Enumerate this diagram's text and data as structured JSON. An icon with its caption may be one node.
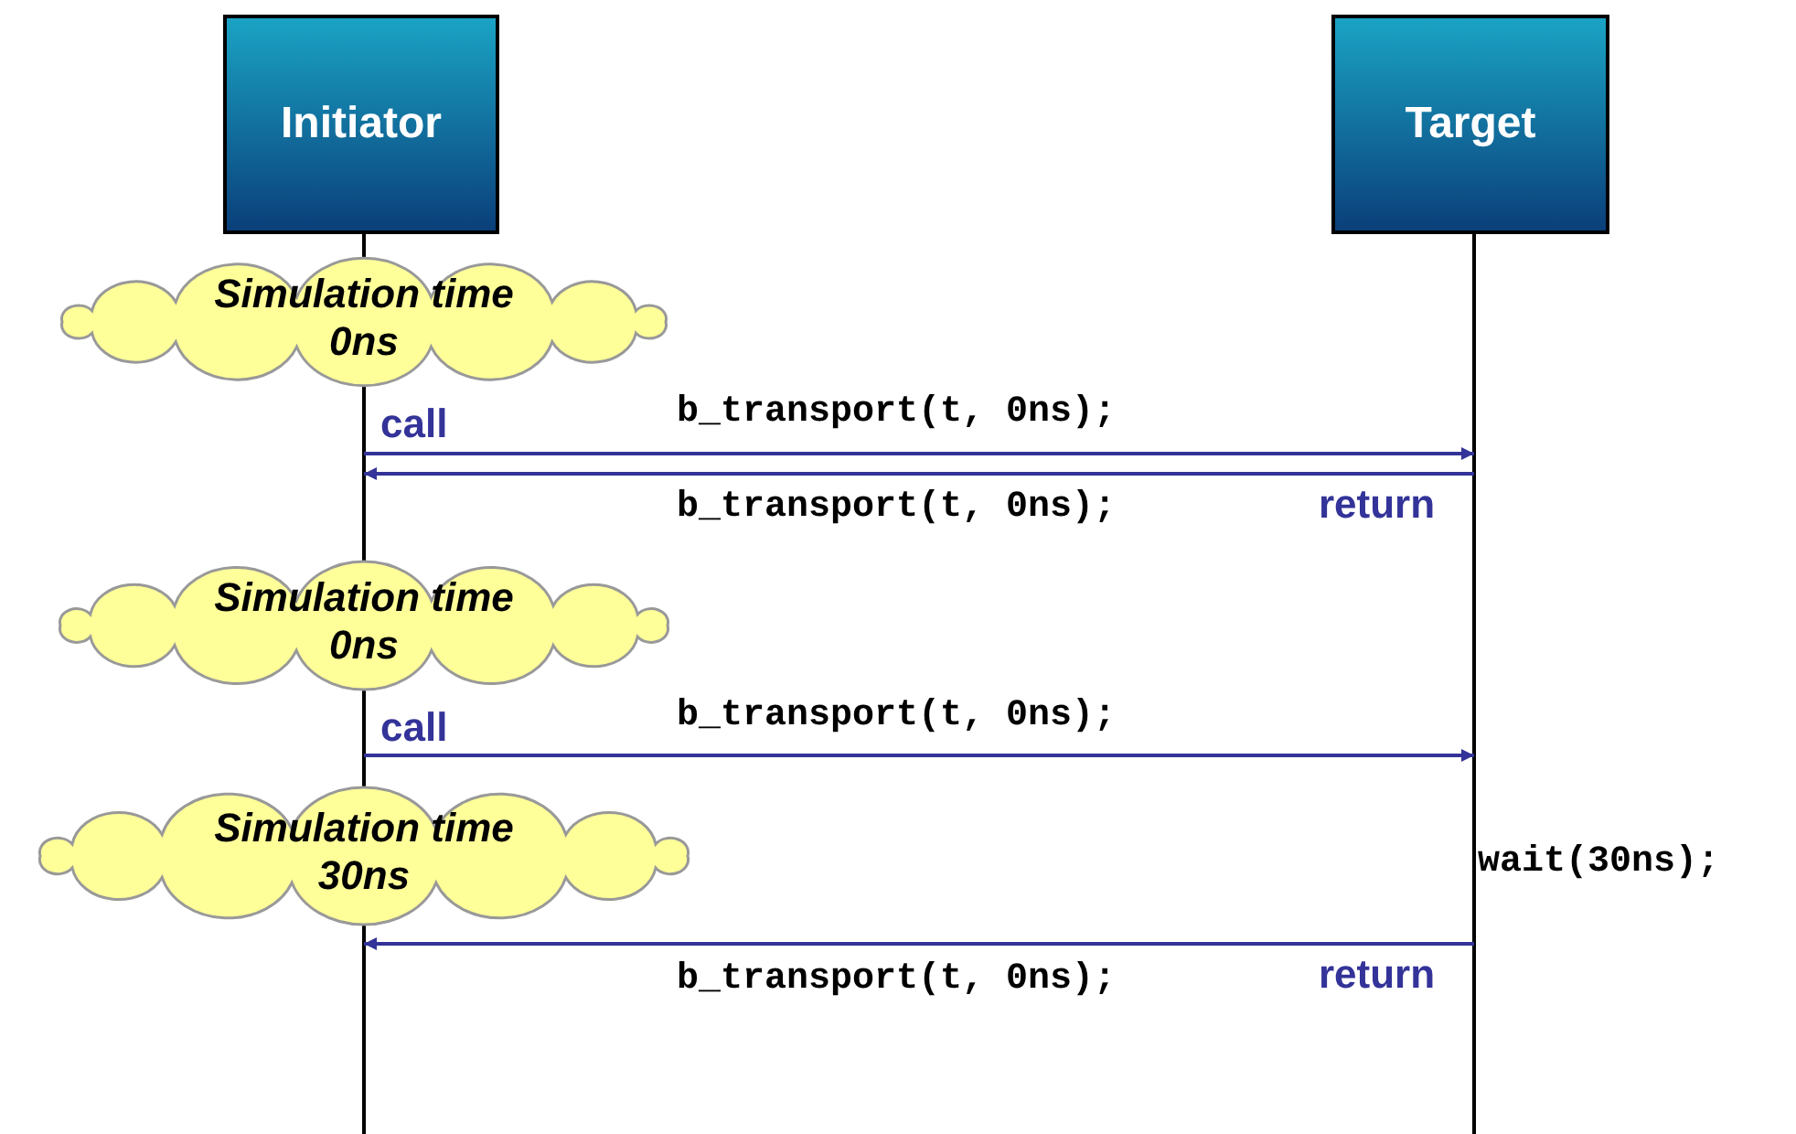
{
  "diagram": {
    "nodes": [
      {
        "text": [
          "Initiator"
        ]
      },
      {
        "text": [
          "Target"
        ]
      },
      {
        "text": [
          "Simulation time 0ns"
        ]
      },
      {
        "text": [
          "Simulation time 0ns"
        ]
      },
      {
        "text": [
          "Simulation time 30ns"
        ]
      }
    ],
    "edges": [
      {
        "from": 0,
        "to": 1,
        "arrow": "to",
        "label": "b_transport(t, 0ns);"
      },
      {
        "from": 1,
        "to": 0,
        "arrow": "to",
        "label": "b_transport(t, 0ns);"
      },
      {
        "from": 0,
        "to": 1,
        "arrow": "to",
        "label": "b_transport(t, 0ns);"
      },
      {
        "from": 1,
        "to": 0,
        "arrow": "to",
        "label": "b_transport(t, 0ns);"
      }
    ],
    "labels": [
      "call",
      "return",
      "call",
      "wait(30ns);",
      "return"
    ]
  }
}
